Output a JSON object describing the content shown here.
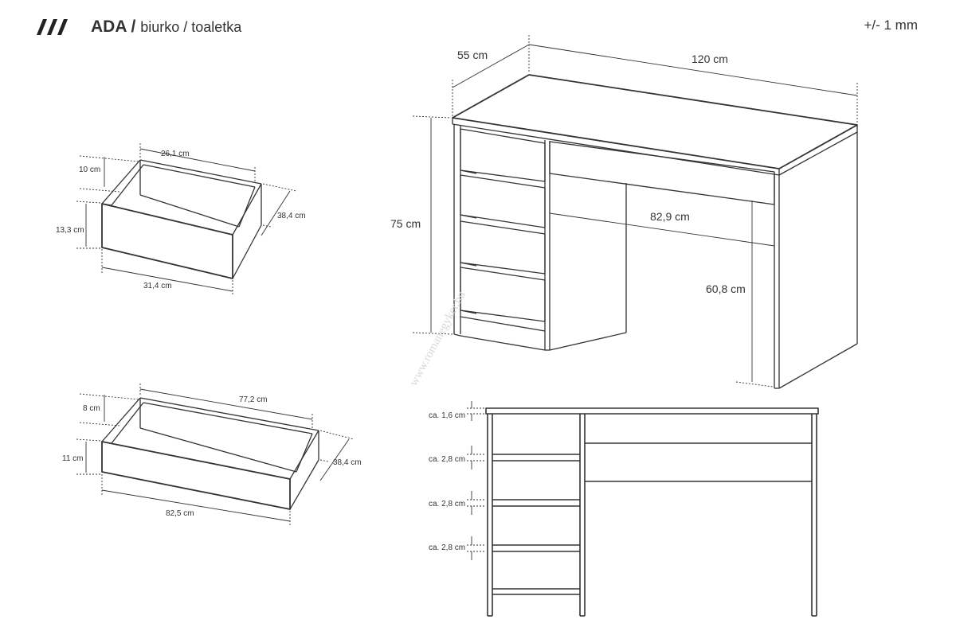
{
  "header": {
    "brand": "ADA /",
    "subtitle": "biurko / toaletka",
    "tolerance": "+/- 1 mm",
    "logo_icon": "three-slashes-logo"
  },
  "small_drawer": {
    "width_top": "26,1 cm",
    "depth": "38,4 cm",
    "inner_height": "10 cm",
    "front_height": "13,3 cm",
    "front_width": "31,4 cm"
  },
  "large_drawer": {
    "width_top": "77,2 cm",
    "depth": "38,4 cm",
    "inner_height": "8 cm",
    "front_height": "11 cm",
    "front_width": "82,5 cm"
  },
  "desk": {
    "depth": "55 cm",
    "width": "120 cm",
    "height": "75 cm",
    "knee_width": "82,9 cm",
    "knee_height": "60,8 cm"
  },
  "front_view": {
    "gaps": [
      "ca. 1,6 cm",
      "ca. 2,8 cm",
      "ca. 2,8 cm",
      "ca. 2,8 cm"
    ]
  },
  "watermark": "www.romanegyker.hu",
  "colors": {
    "line": "#333333",
    "text": "#333333",
    "watermark": "#d8d8d8"
  }
}
